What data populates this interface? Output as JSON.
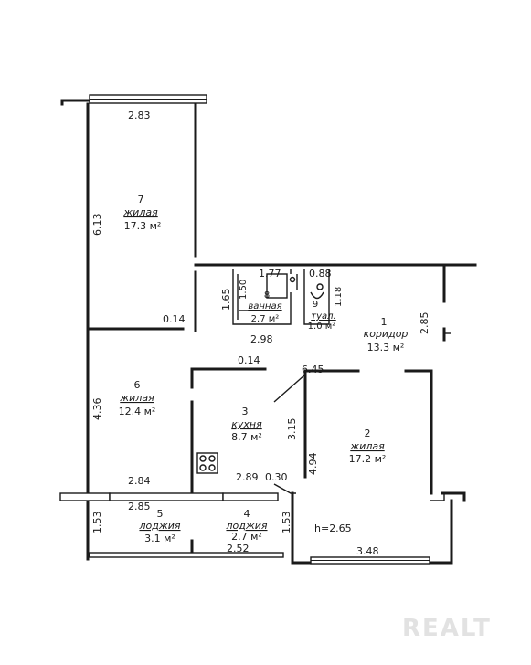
{
  "plan": {
    "ceiling_height": "h=2.65",
    "watermark": "REALT",
    "rooms": [
      {
        "num": "7",
        "name": "жилая",
        "area": "17.3 м²"
      },
      {
        "num": "6",
        "name": "жилая",
        "area": "12.4 м²"
      },
      {
        "num": "3",
        "name": "кухня",
        "area": "8.7 м²"
      },
      {
        "num": "2",
        "name": "жилая",
        "area": "17.2 м²"
      },
      {
        "num": "1",
        "name": "коридор",
        "area": "13.3 м²"
      },
      {
        "num": "8",
        "name": "ванная",
        "area": "2.7 м²"
      },
      {
        "num": "9",
        "name": "туал.",
        "area": "1.0 м²"
      },
      {
        "num": "5",
        "name": "лоджия",
        "area": "3.1 м²"
      },
      {
        "num": "4",
        "name": "лоджия",
        "area": "2.7 м²"
      }
    ],
    "dimensions": {
      "d283": "2.83",
      "d613": "6.13",
      "d177": "1.77",
      "d088": "0.88",
      "d165": "1.65",
      "d150": "1.50",
      "d118": "1.18",
      "d014a": "0.14",
      "d298": "2.98",
      "d285a": "2.85",
      "d014b": "0.14",
      "d645": "6.45",
      "d436": "4.36",
      "d315": "3.15",
      "d494": "4.94",
      "d284": "2.84",
      "d289": "2.89",
      "d030": "0.30",
      "d285b": "2.85",
      "d153a": "1.53",
      "d153b": "1.53",
      "d252": "2.52",
      "d348": "3.48"
    }
  }
}
